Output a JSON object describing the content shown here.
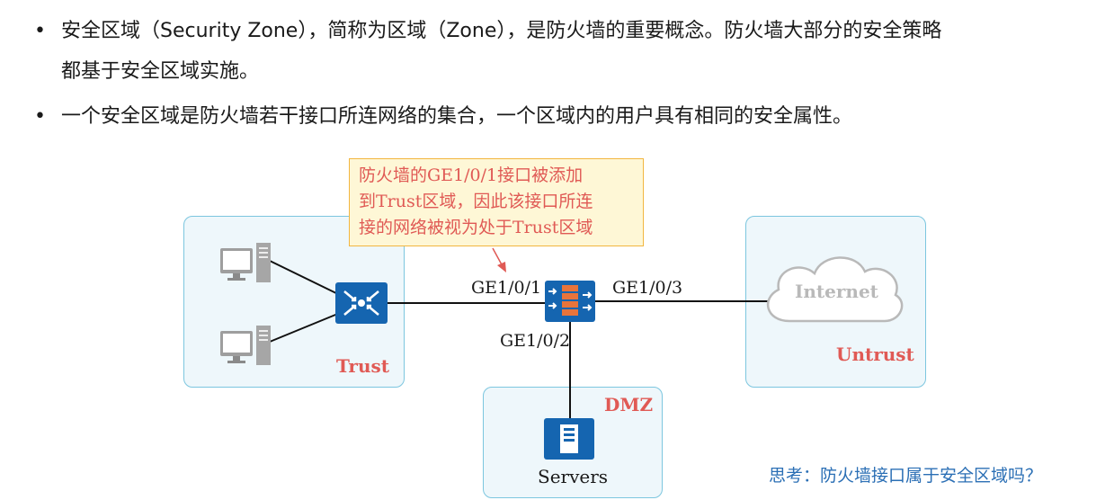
{
  "bullets": [
    {
      "line1": "安全区域（Security Zone），简称为区域（Zone），是防火墙的重要概念。防火墙大部分的安全策略",
      "line2": "都基于安全区域实施。"
    },
    {
      "line1": "一个安全区域是防火墙若干接口所连网络的集合，一个区域内的用户具有相同的安全属性。"
    }
  ],
  "bullet_symbol": "•",
  "callout": {
    "lines": [
      "防火墙的GE1/0/1接口被添加",
      "到Trust区域，因此该接口所连",
      "接的网络被视为处于Trust区域"
    ]
  },
  "zones": {
    "trust": "Trust",
    "untrust": "Untrust",
    "dmz": "DMZ"
  },
  "interfaces": {
    "ge1": "GE1/0/1",
    "ge2": "GE1/0/2",
    "ge3": "GE1/0/3"
  },
  "internet_label": "Internet",
  "servers_label": "Servers",
  "question": "思考：防火墙接口属于安全区域吗？",
  "colors": {
    "zone_fill": "#eef7fb",
    "zone_border": "#7cc6df",
    "zone_label": "#e05a55",
    "device_blue": "#1565b0",
    "firewall_orange": "#e8743b",
    "callout_fill": "#fef7d6",
    "callout_border": "#f2b640",
    "question_color": "#2b6fb5"
  },
  "icons": [
    "pc-icon",
    "switch-icon",
    "firewall-icon",
    "cloud-icon",
    "server-icon"
  ]
}
